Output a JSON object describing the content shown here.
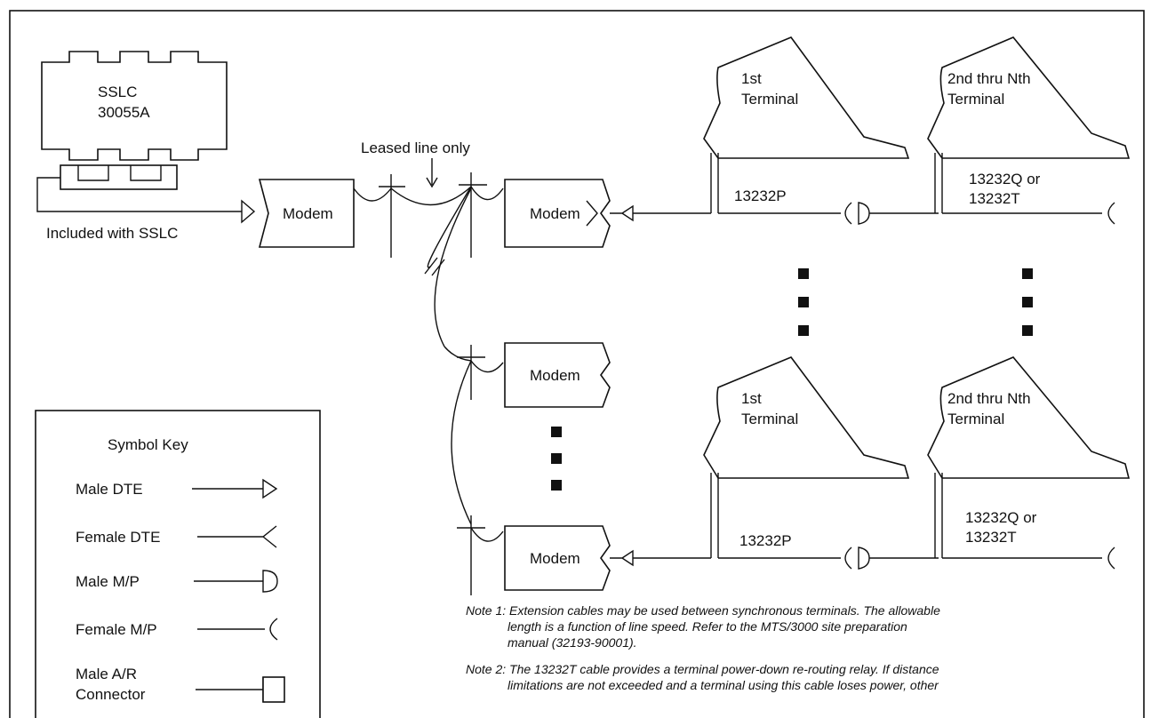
{
  "sslc": {
    "line1": "SSLC",
    "line2": "30055A",
    "included_label": "Included with SSLC"
  },
  "network": {
    "leased_line_label": "Leased line only",
    "modem_label": "Modem"
  },
  "terminals": {
    "first_line1": "1st",
    "first_line2": "Terminal",
    "nth_line1": "2nd thru Nth",
    "nth_line2": "Terminal",
    "cable_first": "13232P",
    "cable_nth_line1": "13232Q or",
    "cable_nth_line2": "13232T"
  },
  "symbol_key": {
    "title": "Symbol Key",
    "items": [
      {
        "label": "Male DTE",
        "symbol": "male-dte-arrow"
      },
      {
        "label": "Female DTE",
        "symbol": "female-dte-fork"
      },
      {
        "label": "Male M/P",
        "symbol": "male-mp-d"
      },
      {
        "label": "Female M/P",
        "symbol": "female-mp-c"
      },
      {
        "label_line1": "Male A/R",
        "label_line2": "Connector",
        "symbol": "male-ar-square"
      }
    ]
  },
  "notes": {
    "note1_lines": [
      "Note 1: Extension cables may be used between synchronous terminals. The allowable",
      "length is a function of line speed. Refer to the MTS/3000 site preparation",
      "manual (32193-90001)."
    ],
    "note2_lines": [
      "Note 2: The 13232T cable provides a terminal power-down re-routing relay. If distance",
      "limitations are not exceeded and a terminal using this cable loses power, other"
    ]
  }
}
